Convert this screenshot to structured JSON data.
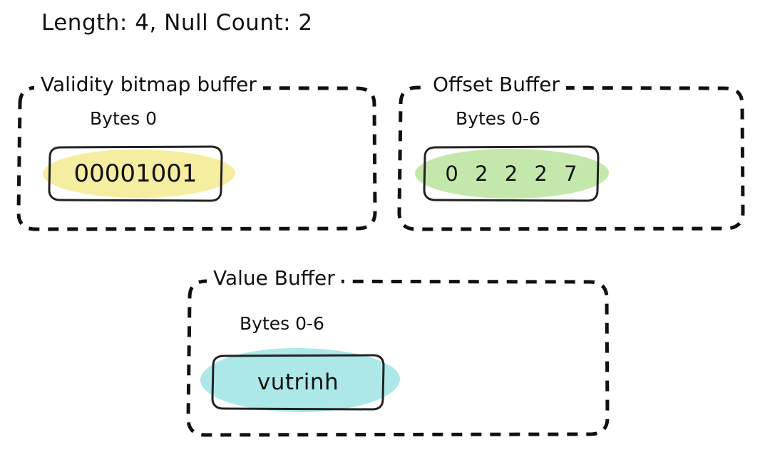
{
  "header": {
    "summary": "Length: 4, Null Count: 2"
  },
  "buffers": [
    {
      "id": "validity-bitmap-buffer",
      "title": "Validity bitmap buffer",
      "bytes_label": "Bytes 0",
      "value": "00001001",
      "highlight_color": "#f5eea0"
    },
    {
      "id": "offset-buffer",
      "title": "Offset Buffer",
      "bytes_label": "Bytes 0-6",
      "value": "0 2 2 2 7",
      "highlight_color": "#c4e8ab"
    },
    {
      "id": "value-buffer",
      "title": "Value Buffer",
      "bytes_label": "Bytes 0-6",
      "value": "vutrinh",
      "highlight_color": "#ace8e8"
    }
  ]
}
